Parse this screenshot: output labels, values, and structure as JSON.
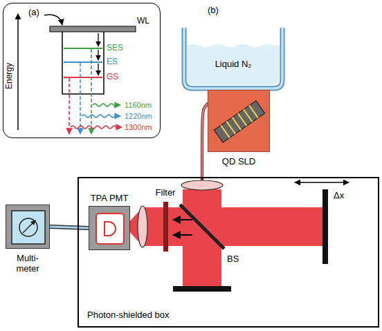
{
  "diagram": {
    "nodes": [
      {
        "text": [
          "(a)"
        ]
      },
      {
        "text": [
          "Liquid N₂"
        ]
      },
      {
        "text": [
          "QD SLD"
        ]
      },
      {
        "text": [
          "Photon-shielded box"
        ]
      },
      {
        "text": [
          "TPA PMT"
        ],
        "in": 3
      },
      {
        "text": [
          "Multi- meter"
        ]
      }
    ],
    "edges": [
      {
        "from": 5,
        "to": 4,
        "arrow": "none"
      },
      {
        "from": 2,
        "to": 3,
        "arrow": "none"
      }
    ],
    "labels": [
      "Energy",
      "WL",
      "SES",
      "ES",
      "GS",
      "1160nm",
      "1220nm",
      "1300nm",
      "(b)",
      "Filter",
      "BS",
      "Δx"
    ]
  }
}
